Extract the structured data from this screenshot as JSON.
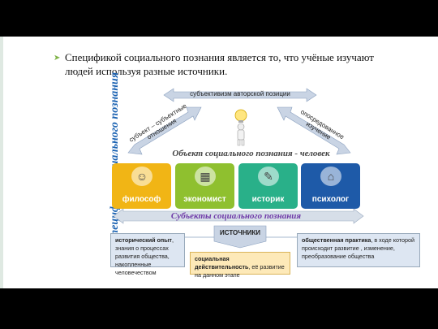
{
  "slide": {
    "heading_line1": "Спецификой социального познания является то, что учёные изучают",
    "heading_line2": "людей используя разные источники."
  },
  "figure": {
    "vertical_title": "Специфика социального познания",
    "top_arrow": "субъективизм авторской позиции",
    "left_arrow": "субъект – субъектные отношения",
    "right_arrow": "опосредованное изучение",
    "object_label": "Объект социального познания - человек",
    "cards": [
      {
        "name": "философ",
        "color": "#f1b515",
        "icon": "thinker-icon"
      },
      {
        "name": "экономист",
        "color": "#8fc02f",
        "icon": "cash-register-icon"
      },
      {
        "name": "историк",
        "color": "#29b089",
        "icon": "scroll-icon"
      },
      {
        "name": "психолог",
        "color": "#1e5aa8",
        "icon": "couch-icon"
      }
    ],
    "subjects_label": "Субъекты социального познания",
    "sources_label": "ИСТОЧНИКИ",
    "box_left": {
      "bold": "исторический опыт",
      "rest": ", знания о процессах развития общества, накопленные человечеством"
    },
    "box_center": {
      "bold": "социальная действительность",
      "rest": ", её развитие на данном этапе"
    },
    "box_right": {
      "bold": "общественная практика",
      "rest": ", в ходе которой происходит развитие , изменение, преобразование общества"
    }
  }
}
